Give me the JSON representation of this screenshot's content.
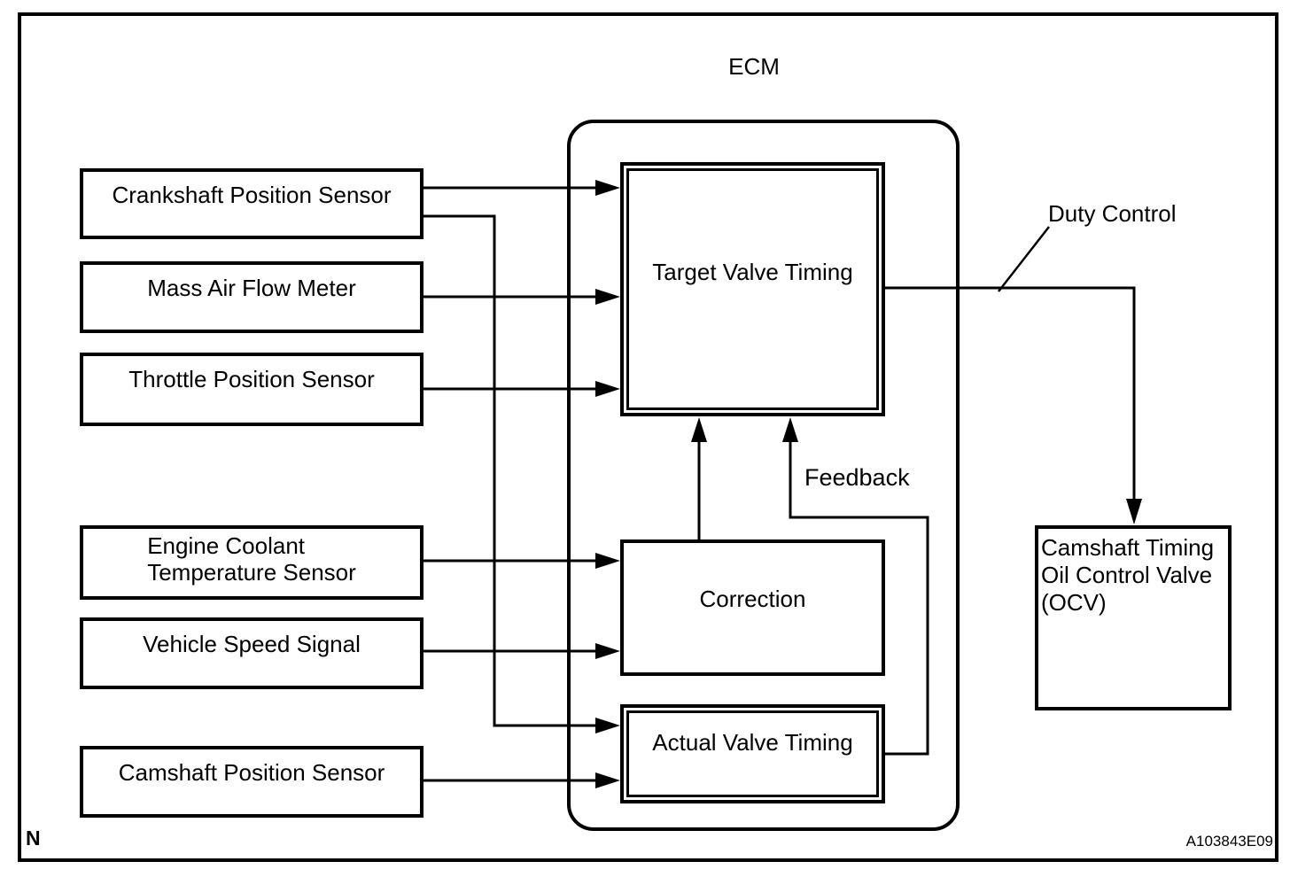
{
  "ecm": {
    "title": "ECM",
    "target_valve_timing": "Target Valve Timing",
    "correction": "Correction",
    "actual_valve_timing": "Actual Valve Timing"
  },
  "inputs": {
    "crankshaft": "Crankshaft Position Sensor",
    "mass_air_flow": "Mass Air Flow Meter",
    "throttle": "Throttle Position Sensor",
    "coolant_line1": "Engine Coolant",
    "coolant_line2": "Temperature Sensor",
    "vehicle_speed": "Vehicle Speed Signal",
    "camshaft": "Camshaft Position Sensor"
  },
  "actuator": {
    "ocv_line1": "Camshaft Timing",
    "ocv_line2": "Oil Control Valve",
    "ocv_line3": "(OCV)"
  },
  "annotations": {
    "duty_control": "Duty Control",
    "feedback": "Feedback"
  },
  "footer": {
    "corner_mark": "N",
    "figure_code": "A103843E09"
  },
  "colors": {
    "ink": "#000000",
    "paper": "#ffffff"
  }
}
